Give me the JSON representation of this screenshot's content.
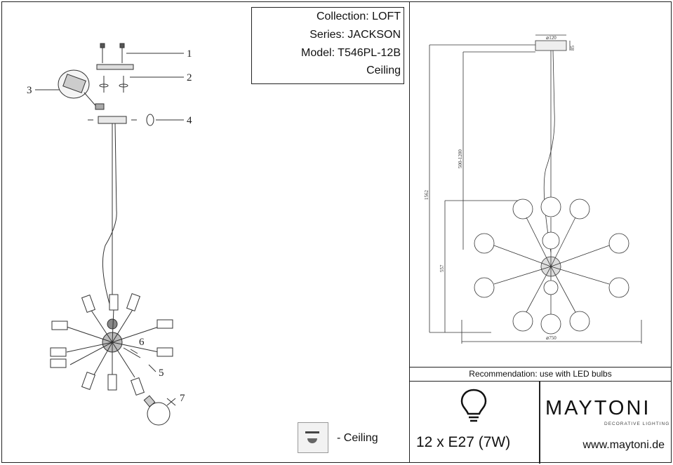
{
  "info": {
    "collection": "Collection: LOFT",
    "series": "Series: JACKSON",
    "model": "Model: T546PL-12B",
    "type": "Ceiling"
  },
  "parts": {
    "p1": "1",
    "p2": "2",
    "p3": "3",
    "p4": "4",
    "p5": "5",
    "p6": "6",
    "p7": "7"
  },
  "dimensions": {
    "canopy_diameter": "⌀120",
    "canopy_height": "85",
    "total_height": "1562",
    "cable_range": "500-1200",
    "body_height": "557",
    "body_diameter": "⌀750"
  },
  "legend": {
    "ceiling_label": "- Ceiling"
  },
  "recommendation": "Recommendation:  use with LED bulbs",
  "lamp_spec": "12 x E27 (7W)",
  "brand": {
    "name": "MAYTONI",
    "tagline": "DECORATIVE LIGHTING",
    "website": "www.maytoni.de"
  }
}
